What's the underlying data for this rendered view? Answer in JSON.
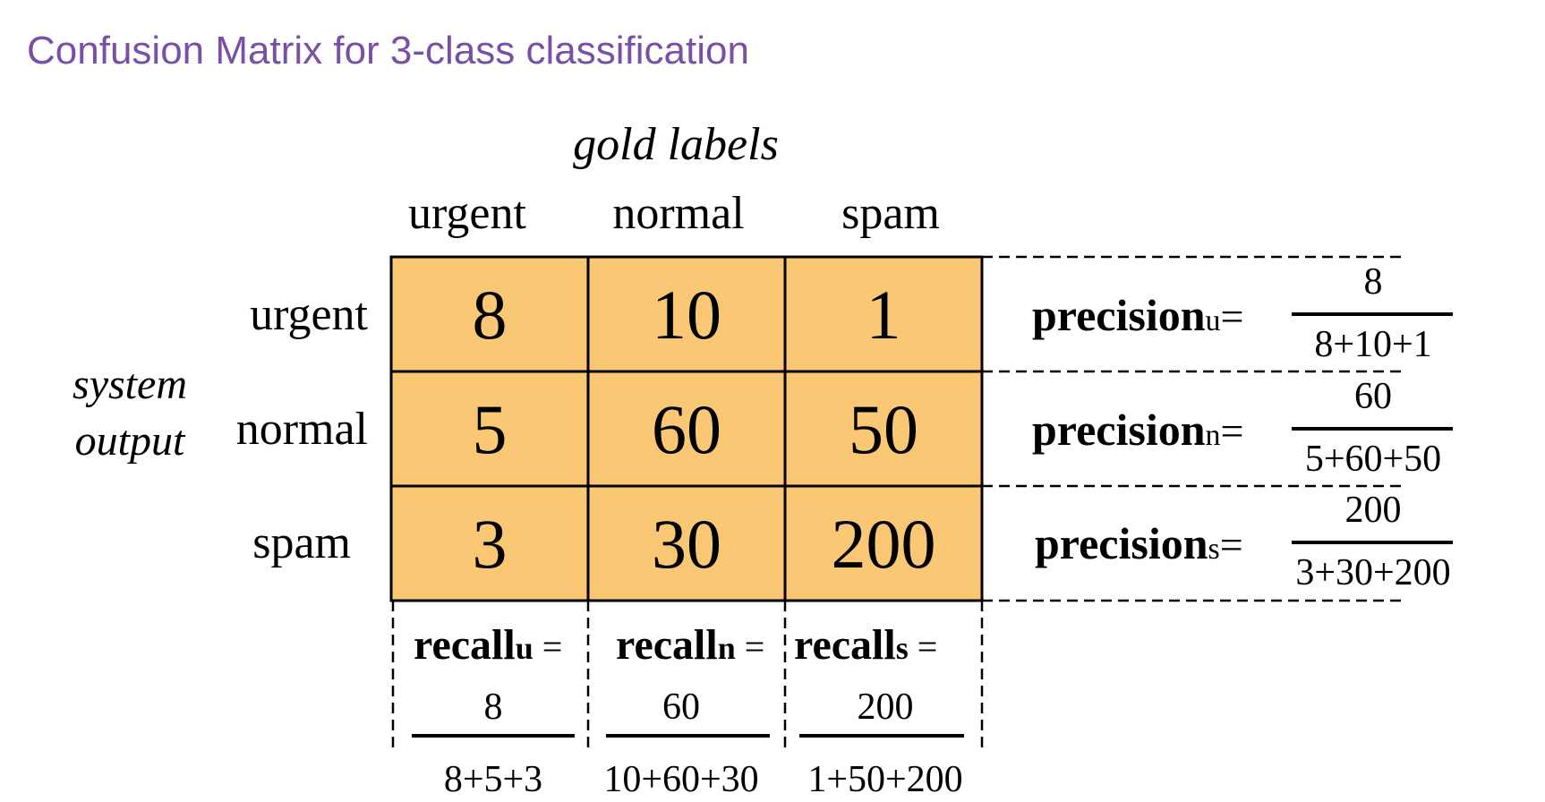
{
  "title": "Confusion Matrix for 3-class classification",
  "axis_labels": {
    "columns_header": "gold labels",
    "rows_header_line1": "system",
    "rows_header_line2": "output"
  },
  "classes": [
    "urgent",
    "normal",
    "spam"
  ],
  "matrix": [
    [
      8,
      10,
      1
    ],
    [
      5,
      60,
      50
    ],
    [
      3,
      30,
      200
    ]
  ],
  "precision": [
    {
      "label": "precision",
      "sub": "u",
      "eq": "=",
      "numerator": "8",
      "denominator": "8+10+1"
    },
    {
      "label": "precision",
      "sub": "n",
      "eq": "=",
      "numerator": "60",
      "denominator": "5+60+50"
    },
    {
      "label": "precision",
      "sub": "s",
      "eq": "=",
      "numerator": "200",
      "denominator": "3+30+200"
    }
  ],
  "recall": [
    {
      "label": "recall",
      "sub": "u",
      "eq": " =",
      "numerator": "8",
      "denominator": "8+5+3"
    },
    {
      "label": "recall",
      "sub": "n",
      "eq": " =",
      "numerator": "60",
      "denominator": "10+60+30"
    },
    {
      "label": "recall",
      "sub": "s",
      "eq": " =",
      "numerator": "200",
      "denominator": "1+50+200"
    }
  ],
  "colors": {
    "title": "#7a4fa6",
    "cell_fill": "#fac775",
    "ink": "#000000"
  }
}
